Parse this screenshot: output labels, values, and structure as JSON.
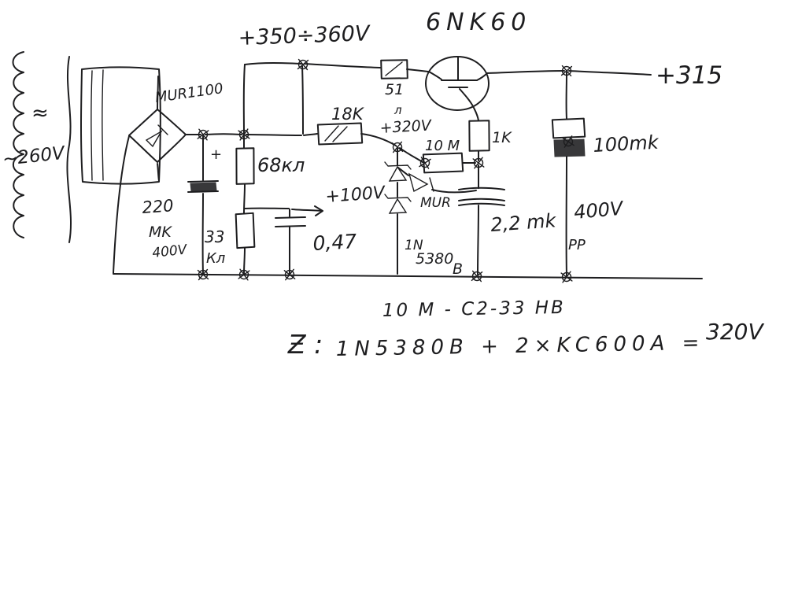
{
  "schematic": {
    "colors": {
      "ink": "#1d1d1f",
      "paper": "#ffffff"
    },
    "labels": {
      "rail_top": "+350÷360V",
      "tube_name": "6NK60",
      "output": "+315",
      "ac_tilde": "≈",
      "mains": "~260V",
      "bridge": "MUR1100",
      "c_main_value": "220",
      "c_main_unit": "MK",
      "c_main_voltage": "400V",
      "plus_mark": "+",
      "r_68k": "68кл",
      "r_33k_value": "33",
      "r_33k_unit": "Кл",
      "c_047": "0,47",
      "tp_100v": "+100V",
      "r_18k": "18K",
      "r_51": "51",
      "r_51_sub": "л",
      "v_320": "+320V",
      "r_10m": "10 M",
      "r_1k": "1K",
      "d_mur": "MUR",
      "zener_line1": "1N",
      "zener_line2": "5380",
      "zener_line3": "B",
      "c_22_value": "2,2 mk",
      "c_22_voltage": "400V",
      "c_100": "100mk",
      "c_100_type": "PP"
    },
    "notes": {
      "note1": "10 M - C2-33 HB",
      "note2_z": "Ƶ :",
      "note2_body": "1N5380B + 2×KC600A =",
      "note2_result": "320V"
    }
  }
}
